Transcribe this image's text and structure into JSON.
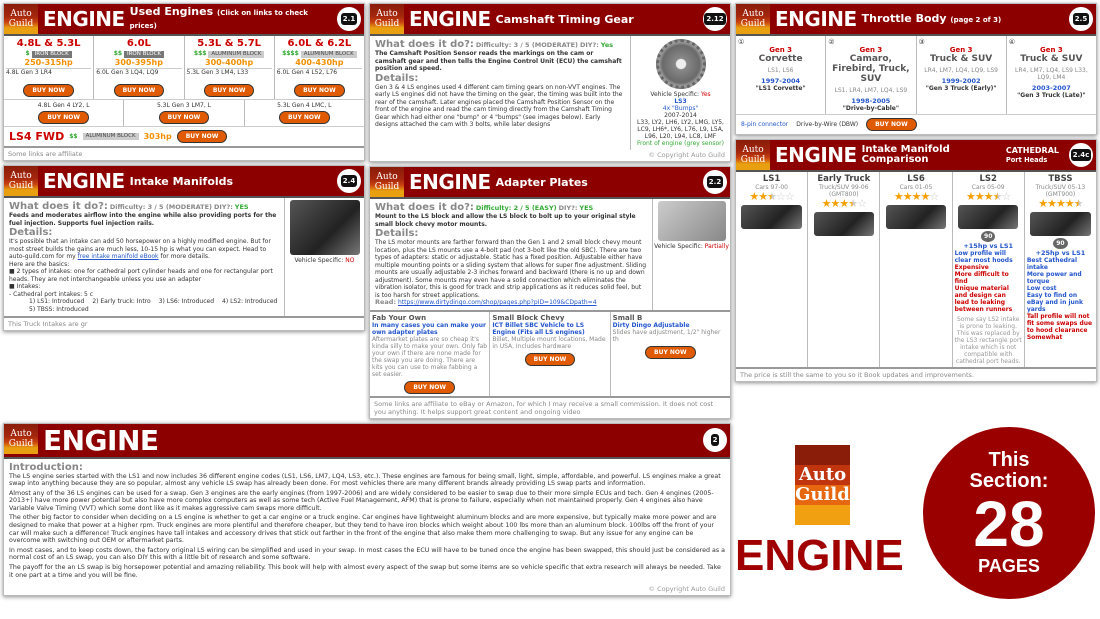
{
  "brand": {
    "logo_line1": "Auto",
    "logo_line2": "Guild",
    "colors": {
      "header": "#8c0000",
      "accent": "#e05a00",
      "stripe1": "#8a1c0a",
      "stripe2": "#c0340e",
      "stripe3": "#e6670f",
      "stripe4": "#f0a010"
    }
  },
  "common": {
    "engine": "ENGINE",
    "buy_now": "BUY NOW",
    "copyright": "© Copyright Auto Guild",
    "what": "What does it do?:",
    "details": "Details:"
  },
  "used": {
    "subtitle": "Used Engines",
    "note": "(Click on links to check prices)",
    "badge": "2.1",
    "cols": [
      {
        "title": "4.8L & 5.3L",
        "price": "$",
        "block": "IRON BLOCK",
        "hp": "250-315hp",
        "row": "4.8L  Gen 3  LR4"
      },
      {
        "title": "6.0L",
        "price": "$$",
        "block": "IRON BLOCK",
        "hp": "300-395hp",
        "row": "6.0L  Gen 3  LQ4, LQ9"
      },
      {
        "title": "5.3L & 5.7L",
        "price": "$$$",
        "block": "ALUMINUM BLOCK",
        "hp": "300-400hp",
        "row": "5.3L  Gen 3  LM4, L33"
      },
      {
        "title": "6.0L & 6.2L",
        "price": "$$$$",
        "block": "ALUMINUM BLOCK",
        "hp": "400-430hp",
        "row": "6.0L  Gen 4  L52, L76"
      }
    ],
    "extra_rows": [
      "4.8L  Gen 4  LY2, L",
      "5.3L  Gen 3  LM7, L",
      "5.3L  Gen 4  LMC, L"
    ],
    "ls4": {
      "title": "LS4 FWD",
      "price": "$$",
      "block": "ALUMINUM BLOCK",
      "hp": "303hp"
    },
    "footer": "Some links are affiliate"
  },
  "cam": {
    "subtitle": "Camshaft Timing Gear",
    "badge": "2.12",
    "difficulty": "Difficulty: 3 / 5 (MODERATE)",
    "diy": "DIY?:",
    "diy_val": "Yes",
    "what_text": "The Camshaft Position Sensor reads the markings on the cam or camshaft gear and then tells the Engine Control Unit (ECU) the camshaft position and speed.",
    "details_text": "Gen 3 & 4 LS engines used 4 different cam timing gears on non-VVT engines. The early LS engines did not have the timing on the gear, the timing was built into the rear of the camshaft. Later engines placed the Camshaft Position Sensor on the front of the engine and read the cam timing directly from the Camshaft Timing Gear which had either one \"bump\" or 4 \"bumps\" (see images below). Early designs attached the cam with 3 bolts, while later designs",
    "vehicle": "Vehicle Specific:",
    "vehicle_val": "Yes",
    "ls3": "LS3",
    "bumps": "4x \"Bumps\"",
    "years": "2007-2014",
    "codes": "L33, LY2, LH6, LY2, LMG, LY5, LC9, LH6*, LY6, L76, L9, L5A, L96, L20, L94, LC8, LMF",
    "sensor": "Front of engine (grey sensor)"
  },
  "intake": {
    "subtitle": "Intake Manifolds",
    "badge": "2.4",
    "difficulty": "Difficulty: 3 / 5 (MODERATE)",
    "diy": "DIY?:",
    "diy_val": "YES",
    "what_text": "Feeds and moderates airflow into the engine while also providing ports for the fuel injection. Supports fuel injection rails.",
    "details_text": "It's possible that an intake can add 50 horsepower on a highly modified engine. But for most street builds the gains are much less, 10-15 hp is what you can expect. Head to auto-guild.com for my",
    "link": "free intake manifold eBook",
    "details_end": "for more details.",
    "basics": "Here are the basics:",
    "b1": "2 types of intakes: one for cathedral port cylinder heads and one for rectangular port heads. They are not interchangeable unless you use an adapter",
    "b2": "Intakes:",
    "b3": "- Cathedral port intakes: 5 c",
    "list": [
      "1) LS1: Introduced",
      "2) Early truck: Intro",
      "3) LS6: Introduced",
      "4) LS2: Introduced",
      "5) TBSS: Introduced"
    ],
    "vehicle": "Vehicle Specific:",
    "vehicle_val": "NO",
    "footer": "This Truck Intakes are gr"
  },
  "throttle": {
    "subtitle": "Throttle Body",
    "note": "(page 2 of 3)",
    "badge": "2.5",
    "cols": [
      {
        "num": "①",
        "gen": "Gen 3",
        "title": "Corvette",
        "codes": "LS1, LS6",
        "years": "1997-2004",
        "nick": "\"LS1 Corvette\""
      },
      {
        "num": "②",
        "gen": "Gen 3",
        "title": "Camaro, Firebird, Truck, SUV",
        "codes": "LS1, LR4, LM7, LQ4, LS9",
        "years": "1998-2005",
        "nick": "\"Drive-by-Cable\""
      },
      {
        "num": "③",
        "gen": "Gen 3",
        "title": "Truck & SUV",
        "codes": "LR4, LM7, LQ4, LQ9, LS9",
        "years": "1999-2002",
        "nick": "\"Gen 3 Truck (Early)\""
      },
      {
        "num": "④",
        "gen": "Gen 3",
        "title": "Truck & SUV",
        "codes": "LR4, LM7, LQ4, LS9 L33, LQ9, LM4",
        "years": "2003-2007",
        "nick": "\"Gen 3 Truck (Late)\""
      }
    ],
    "side": [
      "8-pin connector",
      "Drive-by-Wire (DBW)"
    ]
  },
  "adapter": {
    "subtitle": "Adapter Plates",
    "badge": "2.2",
    "difficulty": "Difficulty: 2 / 5 (EASY)",
    "diy": "DIY?:",
    "diy_val": "YES",
    "what_text": "Mount to the LS block and allow the LS block to bolt up to your original style small block chevy motor mounts.",
    "details_text": "The LS motor mounts are farther forward than the Gen 1 and 2 small block chevy mount location, plus the LS mounts use a 4-bolt pad (not 3-bolt like the old SBC). There are two types of adapters: static or adjustable. Static has a fixed position. Adjustable either have multiple mounting points or a sliding system that allows for super fine adjustment. Sliding mounts are usually adjustable 2-3 inches forward and backward (there is no up and down adjustment). Some mounts may even have a solid connection which eliminates the vibration isolator, this is good for track and strip applications as it reduces solid feel, but is too harsh for street applications.",
    "read": "Read:",
    "read_link": "https://www.dirtydingo.com/shop/pages.php?pID=109&CDpath=4",
    "vehicle": "Vehicle Specific:",
    "vehicle_val": "Partially",
    "products": [
      {
        "title": "Fab Your Own",
        "sub": "In many cases you can make your own adapter plates",
        "desc": "Aftermarket plates are so cheap it's kinda silly to make your own. Only fab your own if there are none made for the swap you are doing. There are kits you can use to make fabbing a set easier."
      },
      {
        "title": "Small Block Chevy",
        "sub": "ICT Billet SBC Vehicle to LS Engine (Fits all LS engines)",
        "desc": "Billet, Multiple mount locations, Made in USA, Includes hardware"
      },
      {
        "title": "Small B",
        "sub": "Dirty Dingo Adjustable",
        "desc": "Slides have adjustment, 1/2\" higher th"
      }
    ],
    "footer": "Some links are affiliate to eBay or Amazon, for which I may receive a small commission. It does not cost you anything. It helps support great content and ongoing video"
  },
  "comparison": {
    "subtitle1": "Intake Manifold",
    "subtitle2": "Comparison",
    "tag1": "CATHEDRAL",
    "tag2": "Port Heads",
    "badge": "2.4c",
    "cols": [
      {
        "name": "LS1",
        "years": "Cars 97-00",
        "rating": 2.5
      },
      {
        "name": "Early Truck",
        "years": "Truck/SUV 99-06 (GMT800)",
        "rating": 3.5
      },
      {
        "name": "LS6",
        "years": "Cars 01-05",
        "rating": 4
      },
      {
        "name": "LS2",
        "years": "Cars 05-09",
        "rating": 3.5,
        "gain": "+15hp vs LS1",
        "mm": "90",
        "pros": [
          "Low profile will clear most hoods"
        ],
        "cons": [
          "Expensive",
          "More difficult to find",
          "Unique material and design can lead to leaking between runners"
        ],
        "note": "Some say LS2 intake is prone to leaking. This was replaced by the LS3 rectangle port intake which is not compatible with cathedral port heads."
      },
      {
        "name": "TBSS",
        "years": "Truck/SUV 05-13 (GMT900)",
        "rating": 4.5,
        "gain": "+25hp vs LS1",
        "mm": "90",
        "pros": [
          "Best Cathedral intake",
          "More power and torque",
          "Low cost",
          "Easy to find on eBay and in junk yards"
        ],
        "cons": [
          "Tall profile will not fit some swaps due to hood clearance",
          "Somewhat"
        ]
      }
    ],
    "footer": "The price is still the same to you so it Book updates and improvements."
  },
  "intro": {
    "badge": "2",
    "heading": "Introduction:",
    "paragraphs": [
      "The LS engine series started with the LS1 and now includes 36 different engine codes (LS1, LS6, LM7, LQ4, LS3, etc.). These engines are famous for being small, light, simple, affordable, and powerful. LS engines make a great swap into anything because they are so popular, almost any vehicle LS swap has already been done. For most vehicles there are many different brands already providing LS swap parts and information.",
      "Almost any of the 36 LS engines can be used for a swap. Gen 3 engines are the early engines (from 1997-2006) and are widely considered to be easier to swap due to their more simple ECUs and tech. Gen 4 engines (2005-2013+) have more power potential but also have more complex computers as well as some tech (Active Fuel Management, AFM) that is prone to failure, especially when not maintained properly. Gen 4 engines also have Variable Valve Timing (VVT) which some dont like as it makes aggressive cam swaps more difficult.",
      "The other big factor to consider when deciding on a LS engine is whether to get a car engine or a truck engine. Car engines have lightweight aluminum blocks and are more expensive, but typically make more power and are designed to make that power at a higher rpm. Truck engines are more plentiful and therefore cheaper, but they tend to have iron blocks which weight about 100 lbs more than an aluminum block. 100lbs off the front of your car will make such a difference! Truck engines have tall intakes and accessory drives that stick out farther in the front of the engine that also make them more challenging to swap. But any issue for any engine can be overcome with switching out OEM or aftermarket parts.",
      "In most cases, and to keep costs down, the factory original LS wiring can be simplified and used in your swap. In most cases the ECU will have to be tuned once the engine has been swapped, this should just be considered as a normal cost of an LS swap, you can also DIY this with a little bit of research and some software.",
      "The payoff for the an LS swap is big horsepower potential and amazing reliability. This book will help with almost every aspect of the swap but some items are so vehicle specific that extra research will always be needed. Take it one part at a time and you will be fine."
    ]
  },
  "section": {
    "line1": "This",
    "line2": "Section:",
    "count": "28",
    "unit": "PAGES"
  },
  "title": "ENGINE"
}
